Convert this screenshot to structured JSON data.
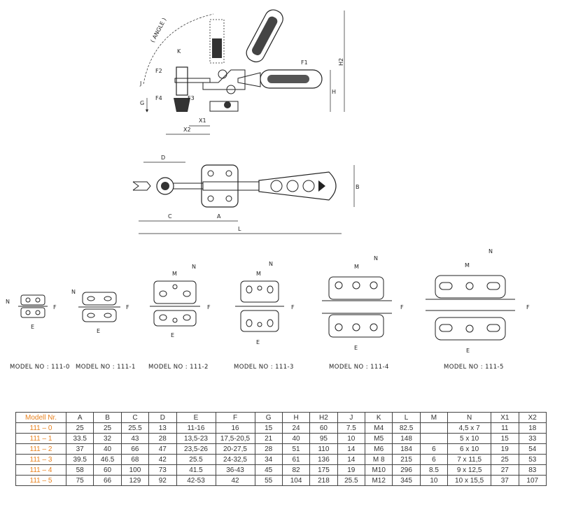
{
  "drawing": {
    "side_view": {
      "angle_label": "( ANGLE )",
      "h2": "H2",
      "h": "H",
      "j": "J",
      "g": "G",
      "k": "K",
      "f1": "F1",
      "f2": "F2",
      "f3": "F3",
      "f4": "F4",
      "x1": "X1",
      "x2": "X2"
    },
    "top_view": {
      "d": "D",
      "b": "B",
      "c": "C",
      "a": "A",
      "l": "L"
    },
    "dim_letters": {
      "n": "N",
      "m": "M",
      "e": "E",
      "f": "F"
    },
    "models": [
      "MODEL  NO  :  111-0",
      "MODEL  NO  :  111-1",
      "MODEL  NO  :  111-2",
      "MODEL  NO  :  111-3",
      "MODEL  NO  :  111-4",
      "MODEL  NO  :  111-5"
    ]
  },
  "table": {
    "headers": [
      "Modell Nr.",
      "A",
      "B",
      "C",
      "D",
      "E",
      "F",
      "G",
      "H",
      "H2",
      "J",
      "K",
      "L",
      "M",
      "N",
      "X1",
      "X2"
    ],
    "rows": [
      [
        "111 – 0",
        "25",
        "25",
        "25.5",
        "13",
        "11-16",
        "16",
        "15",
        "24",
        "60",
        "7.5",
        "M4",
        "82.5",
        "",
        "4,5 x 7",
        "11",
        "18"
      ],
      [
        "111 – 1",
        "33.5",
        "32",
        "43",
        "28",
        "13,5-23",
        "17,5-20,5",
        "21",
        "40",
        "95",
        "10",
        "M5",
        "148",
        "",
        "5 x 10",
        "15",
        "33"
      ],
      [
        "111 – 2",
        "37",
        "40",
        "66",
        "47",
        "23,5-26",
        "20-27,5",
        "28",
        "51",
        "110",
        "14",
        "M6",
        "184",
        "6",
        "6 x 10",
        "19",
        "54"
      ],
      [
        "111 – 3",
        "39.5",
        "46.5",
        "68",
        "42",
        "25.5",
        "24-32,5",
        "34",
        "61",
        "136",
        "14",
        "M 8",
        "215",
        "6",
        "7 x 11,5",
        "25",
        "53"
      ],
      [
        "111 – 4",
        "58",
        "60",
        "100",
        "73",
        "41.5",
        "36-43",
        "45",
        "82",
        "175",
        "19",
        "M10",
        "296",
        "8.5",
        "9 x 12,5",
        "27",
        "83"
      ],
      [
        "111 – 5",
        "75",
        "66",
        "129",
        "92",
        "42-53",
        "42",
        "55",
        "104",
        "218",
        "25.5",
        "M12",
        "345",
        "10",
        "10 x 15,5",
        "37",
        "107"
      ]
    ]
  }
}
